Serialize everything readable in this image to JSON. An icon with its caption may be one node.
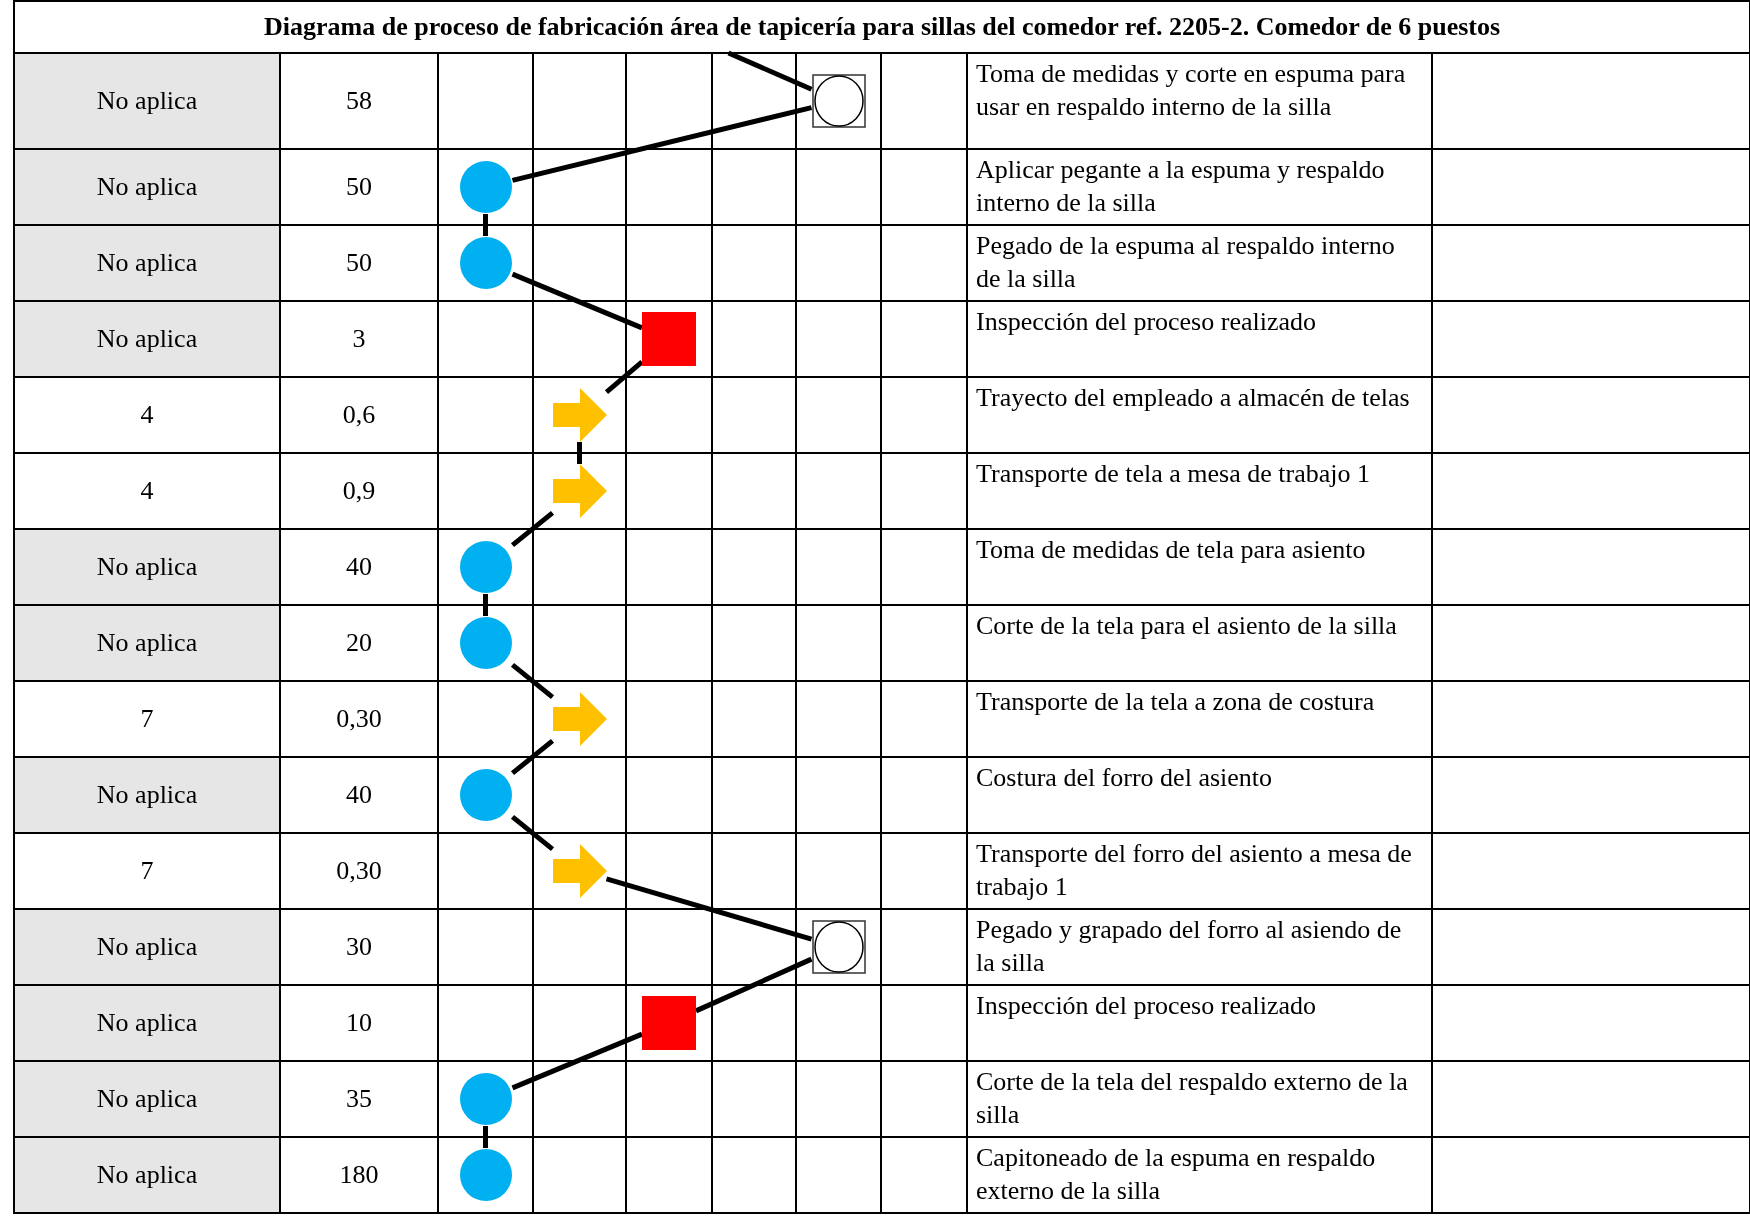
{
  "diagram": {
    "title": "Diagrama de proceso de fabricación área de tapicería para sillas del comedor ref. 2205-2. Comedor de 6 puestos",
    "nodes": [
      {
        "text": [],
        "shape": "combined"
      },
      {
        "text": [],
        "shape": "circle"
      },
      {
        "text": [],
        "shape": "circle"
      },
      {
        "text": [],
        "shape": "square"
      },
      {
        "text": [],
        "shape": "arrow"
      },
      {
        "text": [],
        "shape": "arrow"
      },
      {
        "text": [],
        "shape": "circle"
      },
      {
        "text": [],
        "shape": "circle"
      },
      {
        "text": [],
        "shape": "arrow"
      },
      {
        "text": [],
        "shape": "circle"
      },
      {
        "text": [],
        "shape": "arrow"
      },
      {
        "text": [],
        "shape": "combined"
      },
      {
        "text": [],
        "shape": "square"
      },
      {
        "text": [],
        "shape": "circle"
      },
      {
        "text": [],
        "shape": "circle"
      }
    ],
    "edges": [
      {
        "from": null,
        "to": 0,
        "arrow": "none"
      },
      {
        "from": 0,
        "to": 1,
        "arrow": "none"
      },
      {
        "from": 1,
        "to": 2,
        "arrow": "none"
      },
      {
        "from": 2,
        "to": 3,
        "arrow": "none"
      },
      {
        "from": 3,
        "to": 4,
        "arrow": "none"
      },
      {
        "from": 4,
        "to": 5,
        "arrow": "none"
      },
      {
        "from": 5,
        "to": 6,
        "arrow": "none"
      },
      {
        "from": 6,
        "to": 7,
        "arrow": "none"
      },
      {
        "from": 7,
        "to": 8,
        "arrow": "none"
      },
      {
        "from": 8,
        "to": 9,
        "arrow": "none"
      },
      {
        "from": 9,
        "to": 10,
        "arrow": "none"
      },
      {
        "from": 10,
        "to": 11,
        "arrow": "none"
      },
      {
        "from": 11,
        "to": 12,
        "arrow": "none"
      },
      {
        "from": 12,
        "to": 13,
        "arrow": "none"
      },
      {
        "from": 13,
        "to": 14,
        "arrow": "none"
      }
    ],
    "labels": [
      "No aplica",
      "58",
      "Toma de medidas y corte en espuma para usar en respaldo interno de la silla",
      "No aplica",
      "50",
      "Aplicar pegante a la espuma y respaldo interno de la silla",
      "No aplica",
      "50",
      "Pegado de la espuma al respaldo interno de la silla",
      "No aplica",
      "3",
      "Inspección del proceso realizado",
      "4",
      "0,6",
      "Trayecto del empleado a almacén de telas",
      "4",
      "0,9",
      "Transporte de tela a mesa de trabajo 1",
      "No aplica",
      "40",
      "Toma de medidas de tela para asiento",
      "No aplica",
      "20",
      "Corte de la tela para el asiento de la silla",
      "7",
      "0,30",
      "Transporte de la tela a zona de costura",
      "No aplica",
      "40",
      "Costura del forro del asiento",
      "7",
      "0,30",
      "Transporte del forro del asiento a mesa de trabajo 1",
      "No aplica",
      "30",
      "Pegado y grapado del forro al asiendo de la silla",
      "No aplica",
      "10",
      "Inspección del proceso realizado",
      "No aplica",
      "35",
      "Corte de la tela del respaldo externo de la silla",
      "No aplica",
      "180",
      "Capitoneado de la espuma en respaldo externo de la silla"
    ]
  }
}
